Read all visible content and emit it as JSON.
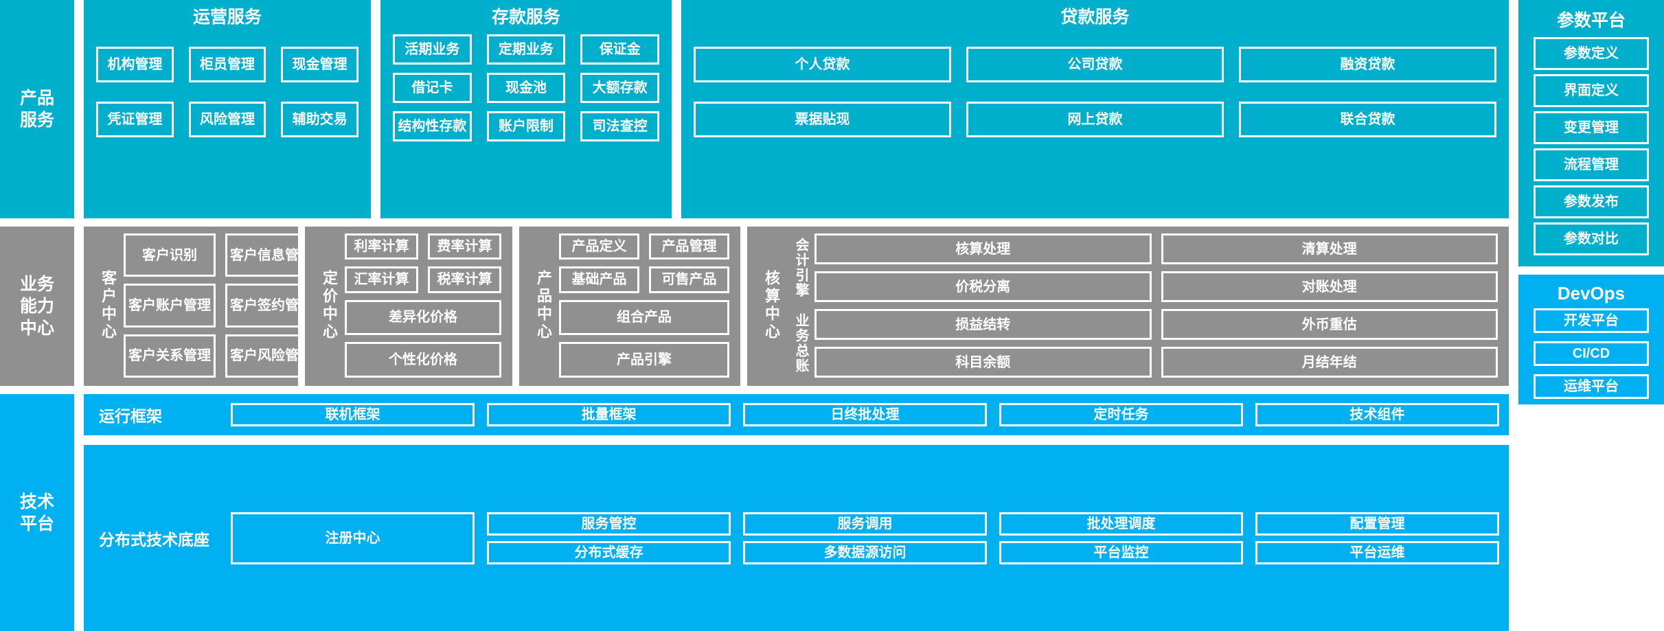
{
  "colors": {
    "layer_cyan": "#00AFCC",
    "layer_gray": "#909090",
    "layer_blue": "#00B0F0",
    "tile_border": "#FFFFFF",
    "text": "#FFFFFF"
  },
  "layers": {
    "product_service": {
      "label": "产品\n服务",
      "label_line1": "产品",
      "label_line2": "服务",
      "groups": [
        {
          "title": "运营服务",
          "tiles": [
            "机构管理",
            "柜员管理",
            "现金管理",
            "凭证管理",
            "风险管理",
            "辅助交易"
          ]
        },
        {
          "title": "存款服务",
          "tiles": [
            "活期业务",
            "定期业务",
            "保证金",
            "借记卡",
            "现金池",
            "大额存款",
            "结构性存款",
            "账户限制",
            "司法查控"
          ]
        },
        {
          "title": "贷款服务",
          "tiles": [
            "个人贷款",
            "公司贷款",
            "融资贷款",
            "票据贴现",
            "网上贷款",
            "联合贷款"
          ]
        }
      ]
    },
    "business_capability": {
      "label_line1": "业务",
      "label_line2": "能力",
      "label_line3": "中心",
      "centers": [
        {
          "name": "客户中心",
          "tiles": [
            {
              "text": "客户识别",
              "span": 1
            },
            {
              "text": "客户信息管理",
              "span": 1
            },
            {
              "text": "客户账户管理",
              "span": 1
            },
            {
              "text": "客户签约管理",
              "span": 1
            },
            {
              "text": "客户关系管理",
              "span": 1
            },
            {
              "text": "客户风险管理",
              "span": 1
            }
          ]
        },
        {
          "name": "定价中心",
          "tiles": [
            {
              "text": "利率计算",
              "span": 1
            },
            {
              "text": "费率计算",
              "span": 1
            },
            {
              "text": "汇率计算",
              "span": 1
            },
            {
              "text": "税率计算",
              "span": 1
            },
            {
              "text": "差异化价格",
              "span": 2
            },
            {
              "text": "个性化价格",
              "span": 2
            }
          ]
        },
        {
          "name": "产品中心",
          "tiles": [
            {
              "text": "产品定义",
              "span": 1
            },
            {
              "text": "产品管理",
              "span": 1
            },
            {
              "text": "基础产品",
              "span": 1
            },
            {
              "text": "可售产品",
              "span": 1
            },
            {
              "text": "组合产品",
              "span": 2
            },
            {
              "text": "产品引擎",
              "span": 2
            }
          ]
        },
        {
          "name": "核算中心",
          "subgroups": [
            {
              "name": "会计引擎",
              "tiles": [
                "核算处理",
                "清算处理",
                "价税分离",
                "对账处理"
              ]
            },
            {
              "name": "业务总账",
              "tiles": [
                "损益结转",
                "外币重估",
                "科目余额",
                "月结年结"
              ]
            }
          ]
        }
      ]
    },
    "technical_platform": {
      "label_line1": "技术",
      "label_line2": "平台",
      "strips": [
        {
          "label": "运行框架",
          "cells": [
            "联机框架",
            "批量框架",
            "日终批处理",
            "定时任务",
            "技术组件"
          ]
        },
        {
          "label": "分布式技术底座",
          "anchor_cell": "注册中心",
          "cells_row1": [
            "服务管控",
            "服务调用",
            "批处理调度",
            "配置管理"
          ],
          "cells_row2": [
            "分布式缓存",
            "多数据源访问",
            "平台监控",
            "平台运维"
          ]
        }
      ]
    },
    "parameter_platform": {
      "title": "参数平台",
      "tiles": [
        "参数定义",
        "界面定义",
        "变更管理",
        "流程管理",
        "参数发布",
        "参数对比"
      ]
    },
    "devops": {
      "title": "DevOps",
      "tiles": [
        "开发平台",
        "CI/CD",
        "运维平台"
      ]
    }
  }
}
